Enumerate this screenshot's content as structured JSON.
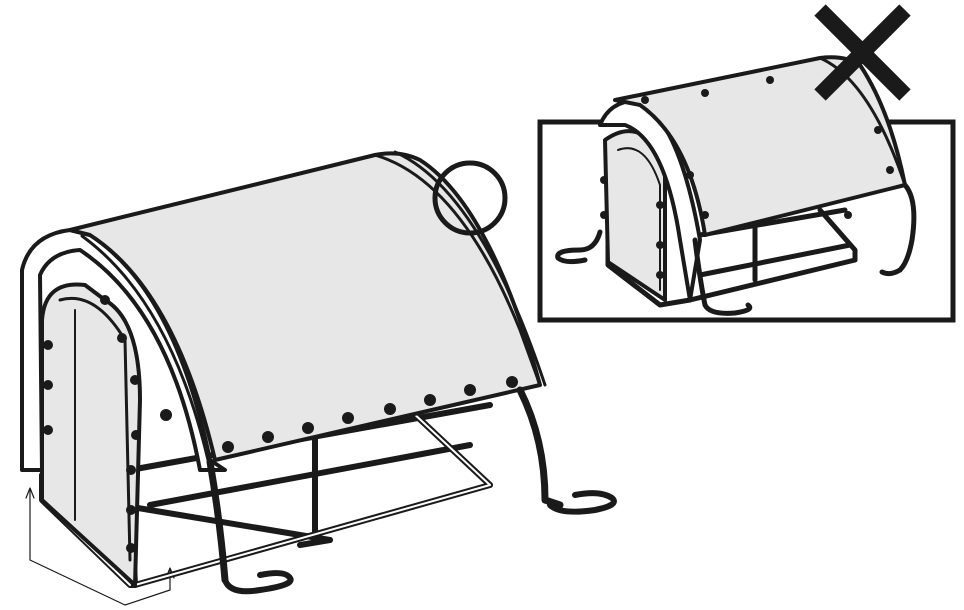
{
  "figure": {
    "type": "assembly-instruction-illustration",
    "main_view": {
      "subject": "tent-frame-with-cover-correct-installation",
      "marker": "circle-highlight",
      "stake_count": 2
    },
    "inset_view": {
      "subject": "tent-frame-with-cover-incorrect-installation",
      "marker": "cross-mark",
      "stake_count": 3
    }
  },
  "colors": {
    "line": "#1a1a1a",
    "cover_fill": "#e7e7e7",
    "frame_fill": "#ffffff",
    "background": "#ffffff"
  },
  "icons": {
    "correct": "circle-highlight-icon",
    "incorrect": "x-cross-icon"
  }
}
